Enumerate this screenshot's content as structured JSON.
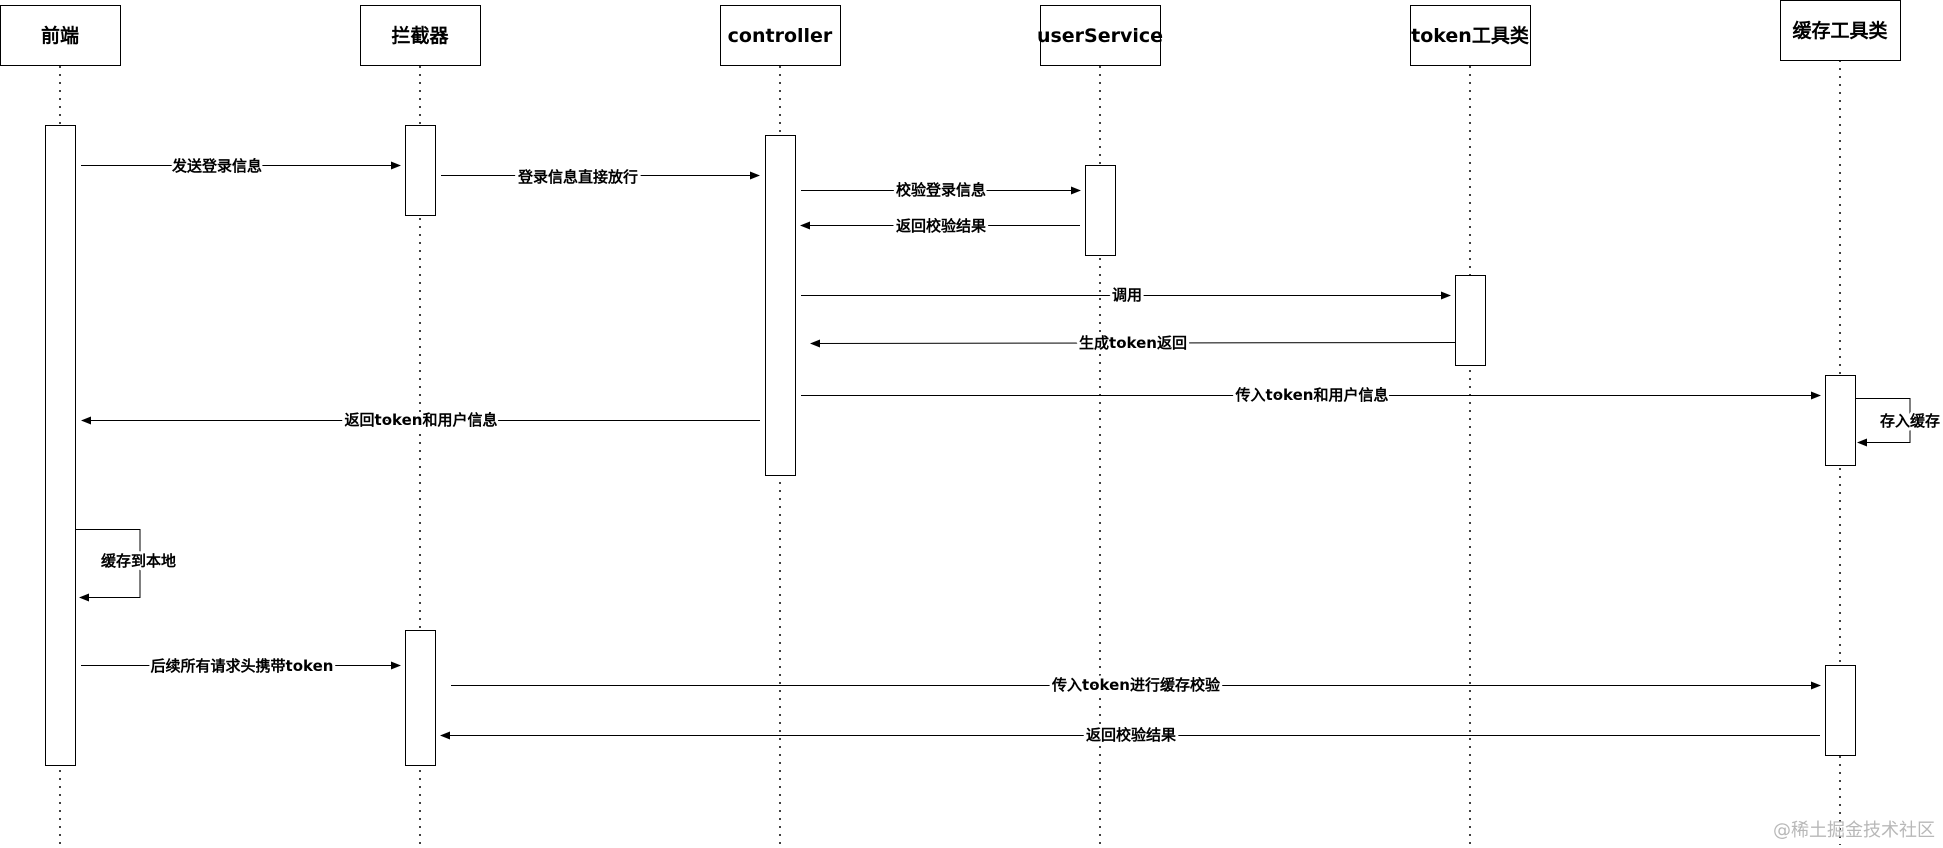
{
  "actors": [
    {
      "id": "frontend",
      "label": "前端"
    },
    {
      "id": "interceptor",
      "label": "拦截器"
    },
    {
      "id": "controller",
      "label": "controller"
    },
    {
      "id": "userservice",
      "label": "userService"
    },
    {
      "id": "tokenutil",
      "label": "token工具类"
    },
    {
      "id": "cacheutil",
      "label": "缓存工具类"
    }
  ],
  "messages": [
    {
      "id": "send-login",
      "label": "发送登录信息"
    },
    {
      "id": "pass-login",
      "label": "登录信息直接放行"
    },
    {
      "id": "verify-login",
      "label": "校验登录信息"
    },
    {
      "id": "return-verify",
      "label": "返回校验结果"
    },
    {
      "id": "invoke",
      "label": "调用"
    },
    {
      "id": "generate-token",
      "label": "生成token返回"
    },
    {
      "id": "pass-token-user",
      "label": "传入token和用户信息"
    },
    {
      "id": "store-cache",
      "label": "存入缓存"
    },
    {
      "id": "return-token-user",
      "label": "返回token和用户信息"
    },
    {
      "id": "cache-local",
      "label": "缓存到本地"
    },
    {
      "id": "request-token",
      "label": "后续所有请求头携带token"
    },
    {
      "id": "cache-verify",
      "label": "传入token进行缓存校验"
    },
    {
      "id": "return-result",
      "label": "返回校验结果"
    }
  ],
  "watermark": "@稀土掘金技术社区"
}
